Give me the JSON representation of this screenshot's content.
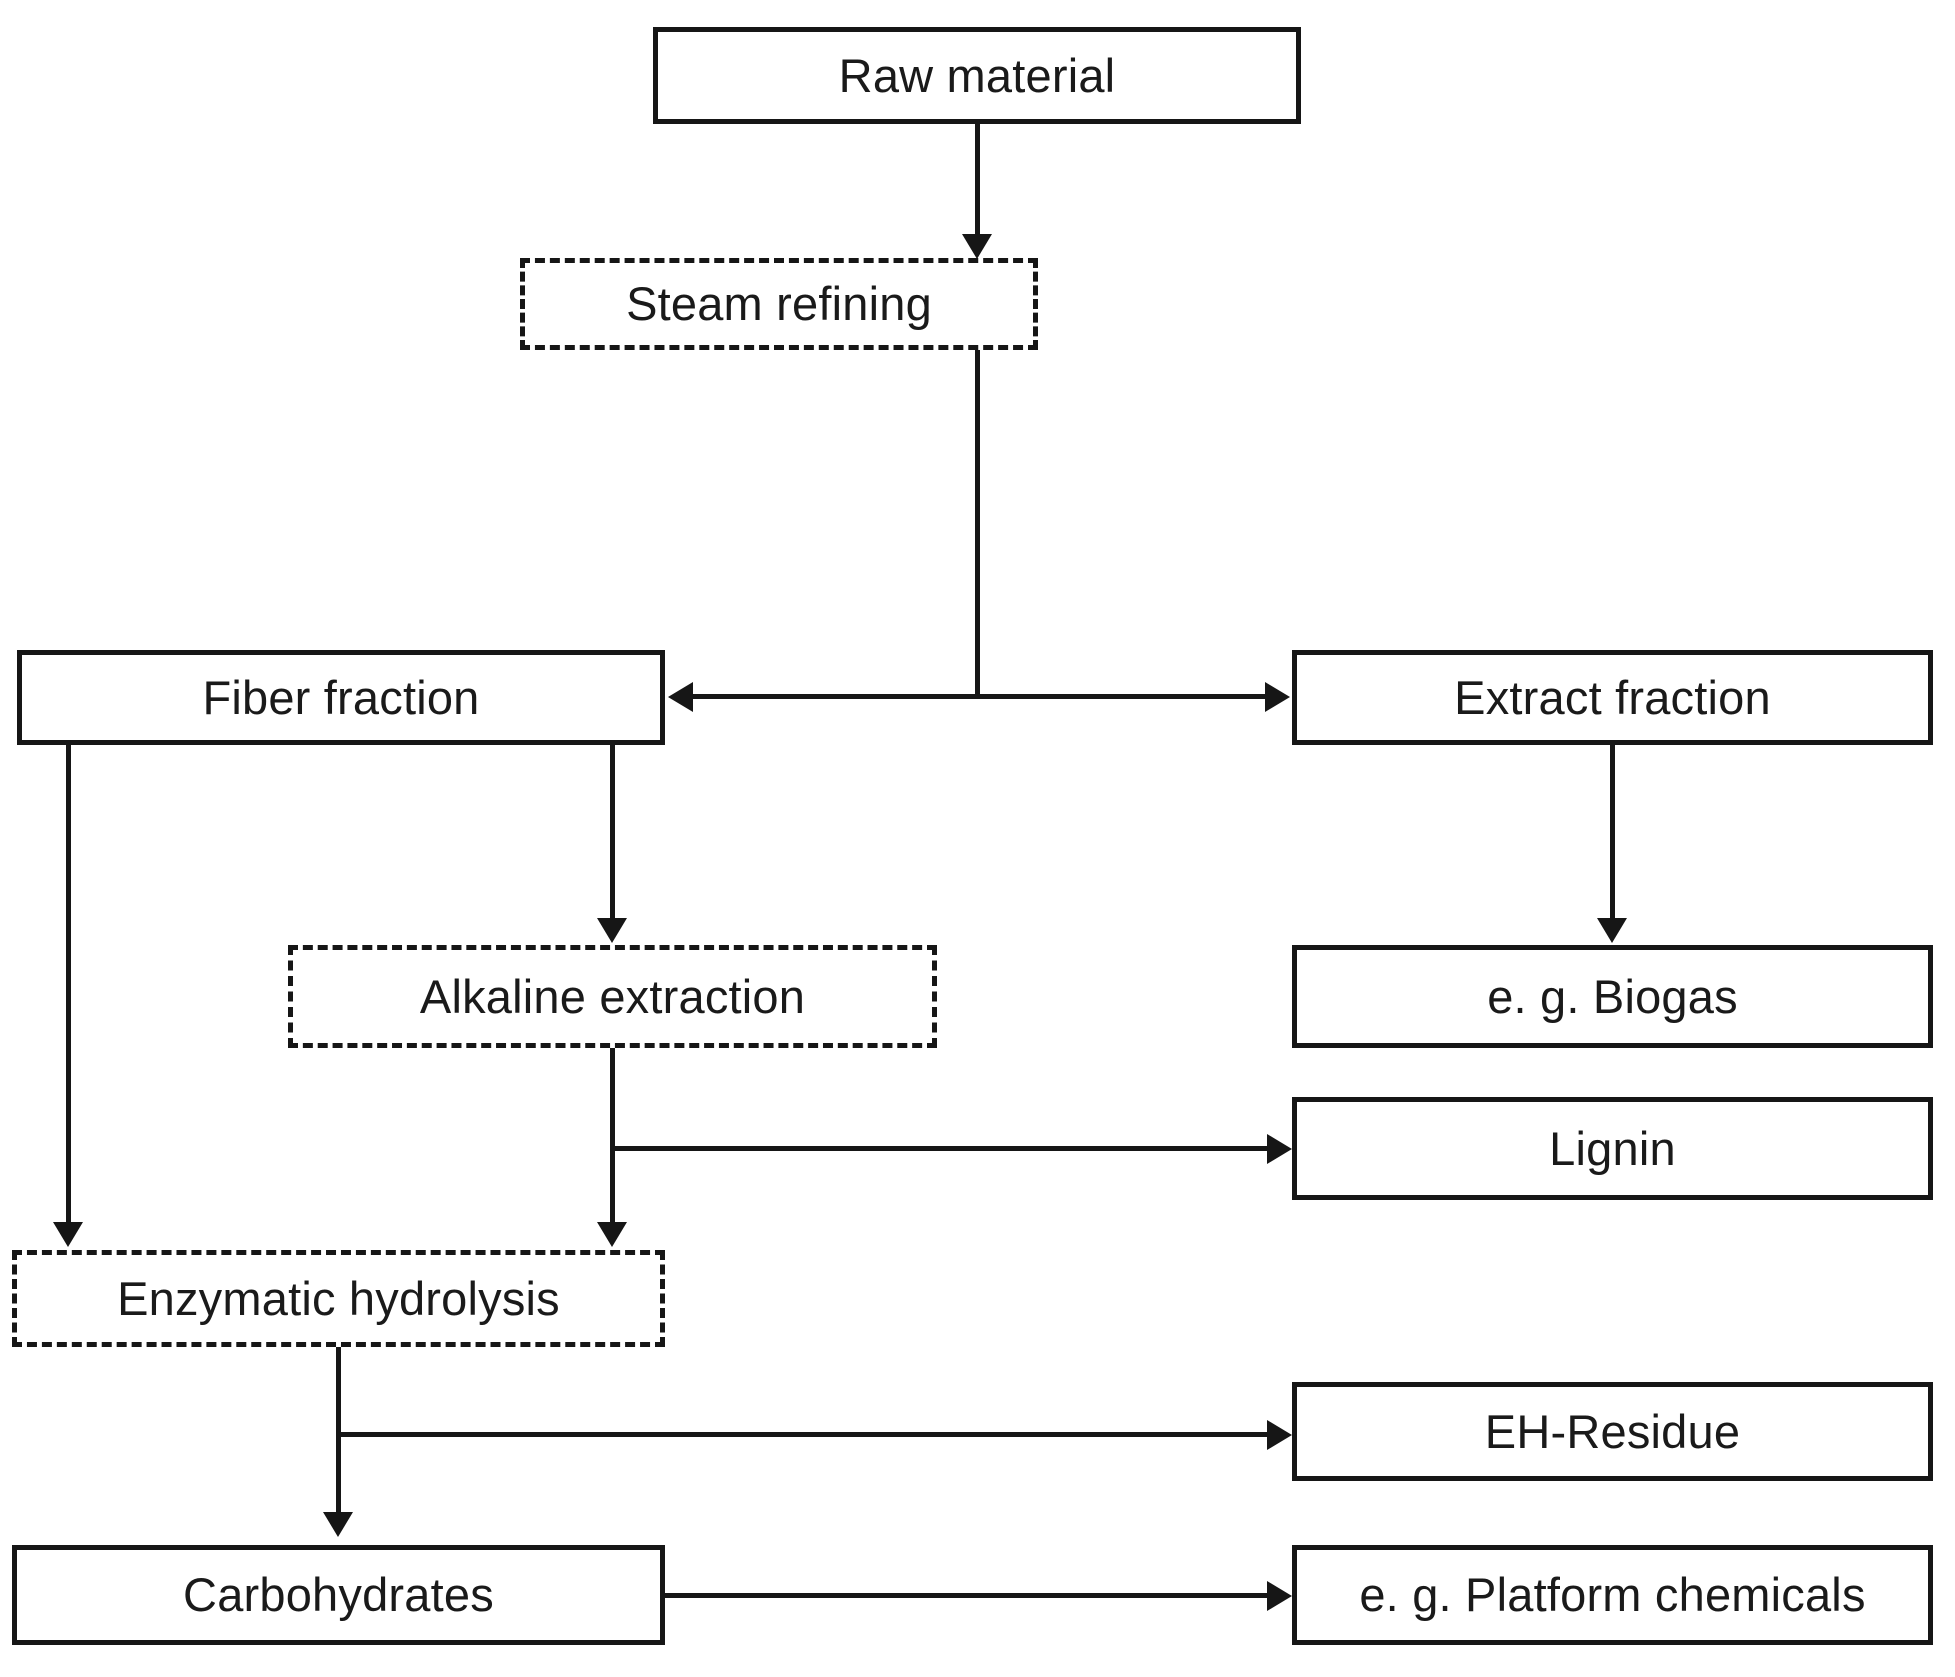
{
  "diagram": {
    "type": "flowchart",
    "title": "",
    "orientation": "top-down",
    "style": {
      "line_color": "#161616",
      "box_fill": "#ffffff",
      "text_color": "#1a1a1a",
      "solid_border_note": "process inputs and products",
      "dashed_border_note": "treatment / unit operation steps"
    },
    "nodes": [
      {
        "id": "raw_material",
        "label": "Raw material",
        "border": "solid"
      },
      {
        "id": "steam_refining",
        "label": "Steam refining",
        "border": "dashed"
      },
      {
        "id": "fiber_fraction",
        "label": "Fiber fraction",
        "border": "solid"
      },
      {
        "id": "extract_fraction",
        "label": "Extract fraction",
        "border": "solid"
      },
      {
        "id": "alkaline_extraction",
        "label": "Alkaline extraction",
        "border": "dashed"
      },
      {
        "id": "biogas",
        "label": "e. g. Biogas",
        "border": "solid"
      },
      {
        "id": "lignin",
        "label": "Lignin",
        "border": "solid"
      },
      {
        "id": "enzymatic_hydrolysis",
        "label": "Enzymatic hydrolysis",
        "border": "dashed"
      },
      {
        "id": "eh_residue",
        "label": "EH-Residue",
        "border": "solid"
      },
      {
        "id": "carbohydrates",
        "label": "Carbohydrates",
        "border": "solid"
      },
      {
        "id": "platform_chemicals",
        "label": "e. g. Platform chemicals",
        "border": "solid"
      }
    ],
    "edges": [
      {
        "from": "raw_material",
        "to": "steam_refining",
        "direction": "down"
      },
      {
        "from": "steam_refining",
        "to": "fiber_fraction",
        "direction": "left"
      },
      {
        "from": "steam_refining",
        "to": "extract_fraction",
        "direction": "right"
      },
      {
        "from": "fiber_fraction",
        "to": "alkaline_extraction",
        "direction": "down"
      },
      {
        "from": "fiber_fraction",
        "to": "enzymatic_hydrolysis",
        "direction": "down"
      },
      {
        "from": "extract_fraction",
        "to": "biogas",
        "direction": "down"
      },
      {
        "from": "alkaline_extraction",
        "to": "lignin",
        "direction": "right"
      },
      {
        "from": "alkaline_extraction",
        "to": "enzymatic_hydrolysis",
        "direction": "down"
      },
      {
        "from": "enzymatic_hydrolysis",
        "to": "eh_residue",
        "direction": "right"
      },
      {
        "from": "enzymatic_hydrolysis",
        "to": "carbohydrates",
        "direction": "down"
      },
      {
        "from": "carbohydrates",
        "to": "platform_chemicals",
        "direction": "right"
      }
    ]
  }
}
